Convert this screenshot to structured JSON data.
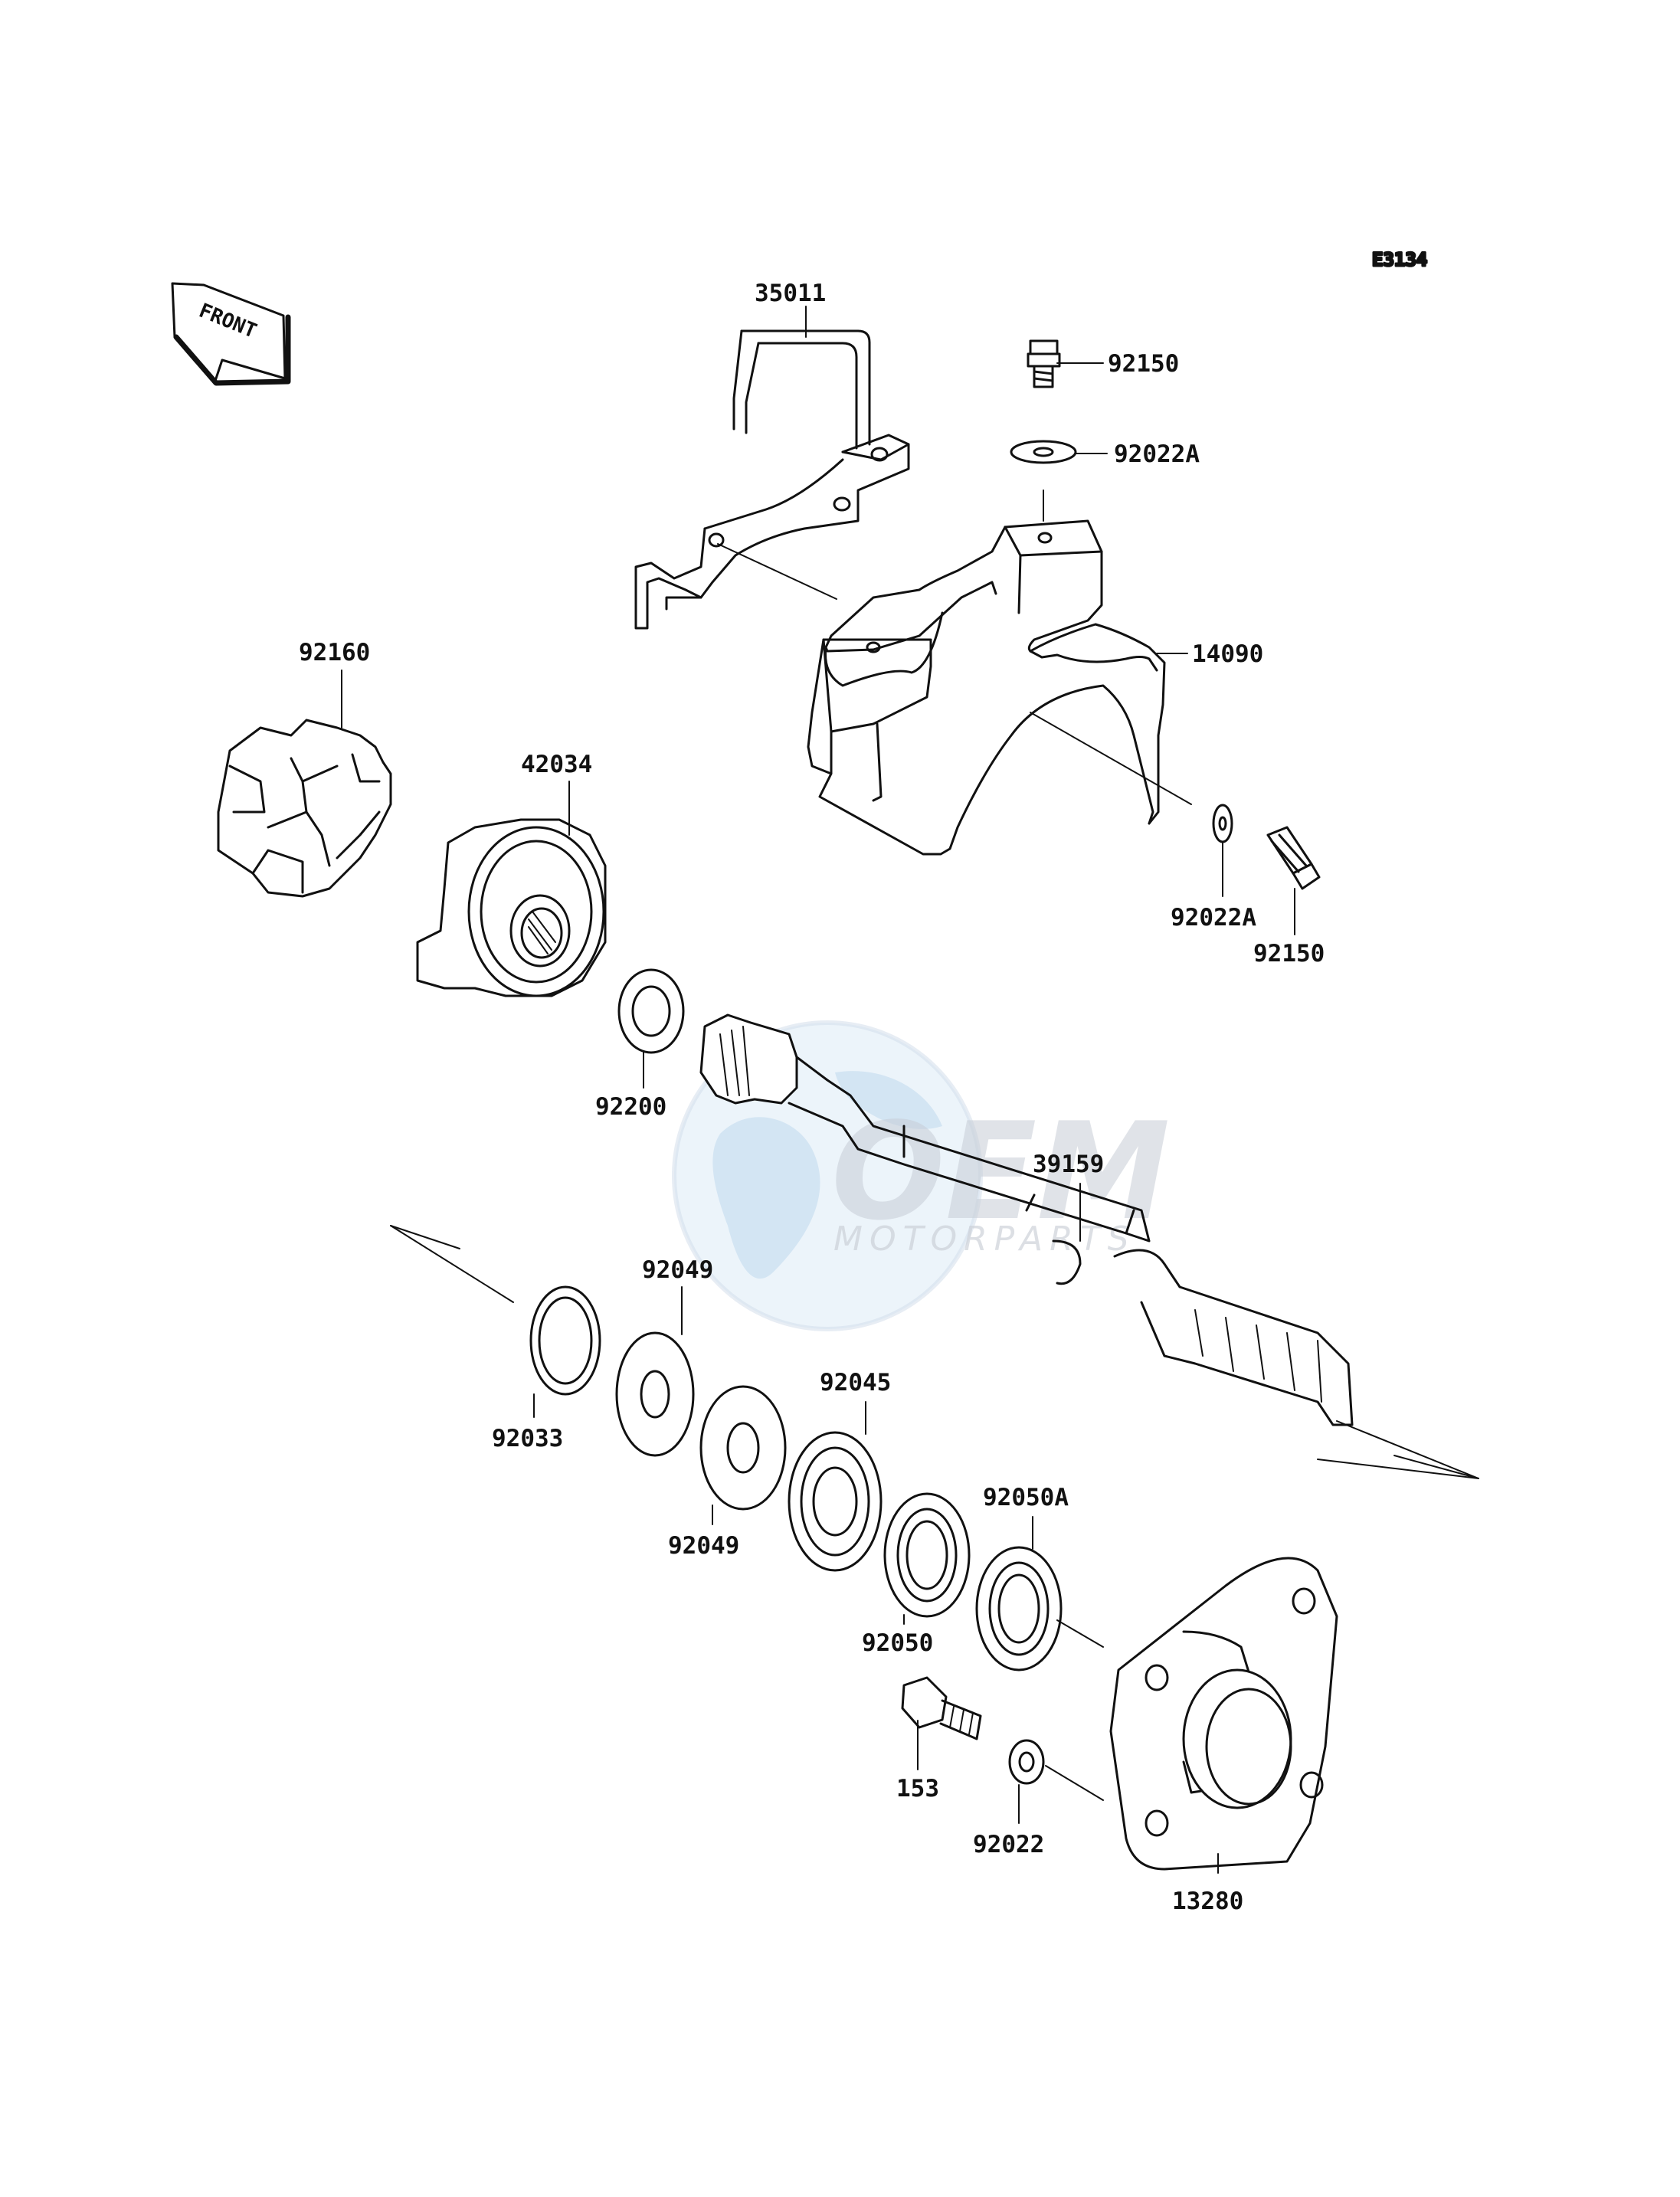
{
  "diagram_code": "E3134",
  "front_label": "FRONT",
  "watermark": {
    "brand": "OEM",
    "tagline": "MOTORPARTS"
  },
  "parts": [
    {
      "id": "35011"
    },
    {
      "id": "92150"
    },
    {
      "id": "92022A"
    },
    {
      "id": "14090"
    },
    {
      "id": "92022A"
    },
    {
      "id": "92150"
    },
    {
      "id": "92160"
    },
    {
      "id": "42034"
    },
    {
      "id": "92200"
    },
    {
      "id": "39159"
    },
    {
      "id": "92049"
    },
    {
      "id": "92033"
    },
    {
      "id": "92049"
    },
    {
      "id": "92045"
    },
    {
      "id": "92050A"
    },
    {
      "id": "92050"
    },
    {
      "id": "153"
    },
    {
      "id": "92022"
    },
    {
      "id": "13280"
    }
  ]
}
